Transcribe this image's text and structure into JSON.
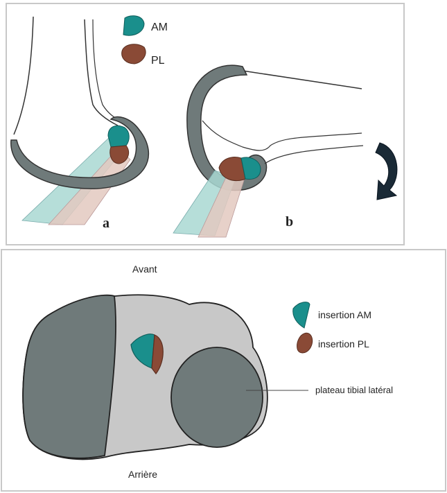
{
  "top_panel": {
    "legend": [
      {
        "label": "AM",
        "color": "#1a8f8c",
        "icon": "am-bundle-icon"
      },
      {
        "label": "PL",
        "color": "#8a4a36",
        "icon": "pl-bundle-icon"
      }
    ],
    "label_a": "a",
    "label_b": "b",
    "arrow_icon": "rotation-arrow-icon"
  },
  "bottom_panel": {
    "front_label": "Avant",
    "back_label": "Arrière",
    "legend": [
      {
        "label": "insertion AM",
        "color": "#1a8f8c",
        "icon": "am-insertion-icon"
      },
      {
        "label": "insertion PL",
        "color": "#8a4a36",
        "icon": "pl-insertion-icon"
      }
    ],
    "plateau_label": "plateau tibial latéral"
  },
  "colors": {
    "bone": "#6f7a7a",
    "plateau": "#c8c8c8",
    "am": "#1a8f8c",
    "pl": "#8a4a36",
    "am_ligament": "#a9d8d2",
    "pl_ligament": "#e3c9bf",
    "arrow": "#1a2a36"
  }
}
